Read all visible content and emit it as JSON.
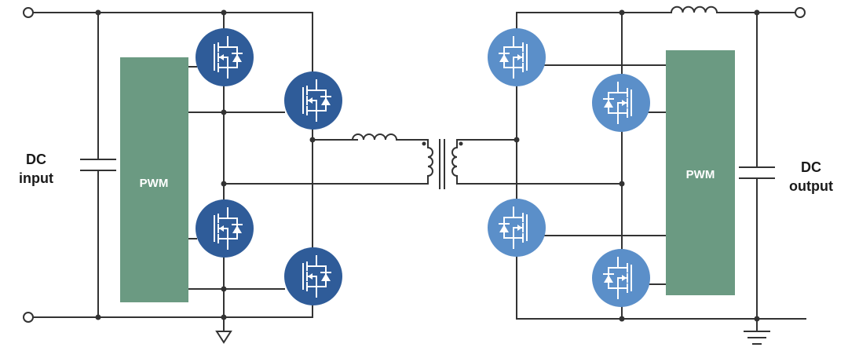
{
  "labels": {
    "input_line1": "DC",
    "input_line2": "input",
    "output_line1": "DC",
    "output_line2": "output",
    "pwm_left": "PWM",
    "pwm_right": "PWM"
  },
  "colors": {
    "wire": "#333333",
    "pwm_block": "#6b9a82",
    "mosfet_primary": "#2f5c99",
    "mosfet_secondary": "#5b8fc9",
    "terminal_fill": "#ffffff"
  },
  "icons": {
    "mosfet": "mosfet-with-body-diode-icon",
    "ground": "ground-icon",
    "capacitor": "capacitor-icon",
    "inductor": "inductor-icon",
    "transformer": "transformer-icon"
  }
}
